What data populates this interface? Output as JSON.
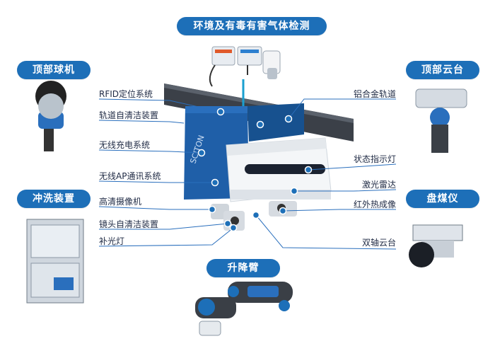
{
  "title": "环境及有毒有害气体检测",
  "modules": {
    "top_ball": "顶部球机",
    "top_ptz": "顶部云台",
    "flush": "冲洗装置",
    "coal_meter": "盘煤仪",
    "lift_arm": "升降臂"
  },
  "callouts_left": [
    "RFID定位系统",
    "轨道自清洁装置",
    "无线充电系统",
    "无线AP通讯系统",
    "高清摄像机",
    "镜头自清洁装置",
    "补光灯"
  ],
  "callouts_right": [
    "铝合金轨道",
    "状态指示灯",
    "激光雷达",
    "红外热成像",
    "双轴云台"
  ],
  "brand": "SCITON",
  "colors": {
    "accent": "#1d6fb8",
    "body_blue": "#1f5fa8",
    "rail": "#3a3f46"
  }
}
